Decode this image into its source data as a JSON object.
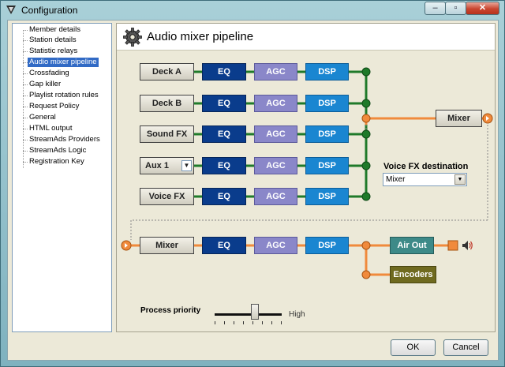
{
  "window": {
    "title": "Configuration",
    "controls": {
      "minimize": "–",
      "maximize": "▫",
      "close": "✕"
    }
  },
  "sidebar": {
    "items": [
      {
        "label": "Member details"
      },
      {
        "label": "Station details"
      },
      {
        "label": "Statistic relays"
      },
      {
        "label": "Audio mixer pipeline",
        "selected": true
      },
      {
        "label": "Crossfading"
      },
      {
        "label": "Gap killer"
      },
      {
        "label": "Playlist rotation rules"
      },
      {
        "label": "Request Policy"
      },
      {
        "label": "General"
      },
      {
        "label": "HTML output"
      },
      {
        "label": "StreamAds Providers"
      },
      {
        "label": "StreamAds Logic"
      },
      {
        "label": "Registration Key"
      }
    ]
  },
  "panel": {
    "title": "Audio mixer pipeline",
    "icon": "gear-icon"
  },
  "pipeline": {
    "sources": [
      {
        "label": "Deck A"
      },
      {
        "label": "Deck B"
      },
      {
        "label": "Sound FX"
      },
      {
        "label": "Aux 1",
        "has_dropdown": true
      },
      {
        "label": "Voice FX"
      }
    ],
    "eq_label": "EQ",
    "agc_label": "AGC",
    "dsp_label": "DSP",
    "mixer_label": "Mixer",
    "voice_fx": {
      "label": "Voice FX destination",
      "selected": "Mixer"
    },
    "output": {
      "source_label": "Mixer",
      "eq_label": "EQ",
      "agc_label": "AGC",
      "dsp_label": "DSP",
      "air_out_label": "Air Out",
      "encoders_label": "Encoders"
    }
  },
  "priority": {
    "label": "Process priority",
    "value_label": "High",
    "level": 0.55
  },
  "buttons": {
    "ok": "OK",
    "cancel": "Cancel"
  },
  "colors": {
    "eq": "#0a3c8c",
    "agc": "#8a87c9",
    "dsp": "#1a86d1",
    "air_out": "#3d8a88",
    "encoders": "#6f6a1f",
    "green_node": "#1f7a2a",
    "orange_node": "#f08a3c"
  }
}
